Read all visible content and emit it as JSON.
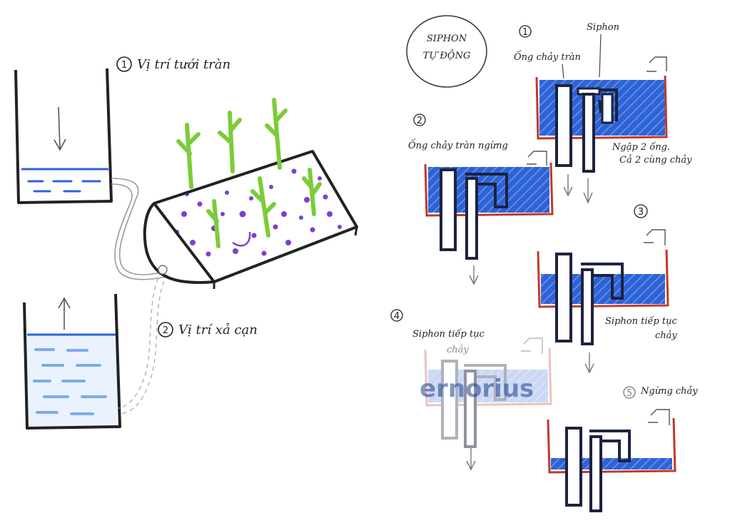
{
  "colors": {
    "ink": "#222222",
    "water_blue": "#2e63d6",
    "light_water": "#a9c7f0",
    "tank_red": "#c0392b",
    "plant_green": "#7ccc3a",
    "media_purple": "#7d3fd0"
  },
  "left": {
    "step1": {
      "number": "1",
      "label": "Vị trí tưới tràn"
    },
    "step2": {
      "number": "2",
      "label": "Vị trí xả cạn"
    }
  },
  "right": {
    "title_line1": "SIPHON",
    "title_line2": "TỰ ĐỘNG",
    "panel1": {
      "number": "1",
      "label_overflow": "Ống chảy tràn",
      "label_siphon": "Siphon",
      "note_line1": "Ngập 2 ống.",
      "note_line2": "Cả 2 cùng chảy"
    },
    "panel2": {
      "number": "2",
      "label": "Ống chảy tràn ngừng"
    },
    "panel3": {
      "number": "3",
      "note_line1": "Siphon tiếp tục",
      "note_line2": "chảy"
    },
    "panel4": {
      "number": "4",
      "note_line1": "Siphon tiếp tục",
      "note_line2": "chảy"
    },
    "panel5": {
      "number": "5",
      "label": "Ngừng chảy"
    }
  },
  "watermark": "ernorius"
}
